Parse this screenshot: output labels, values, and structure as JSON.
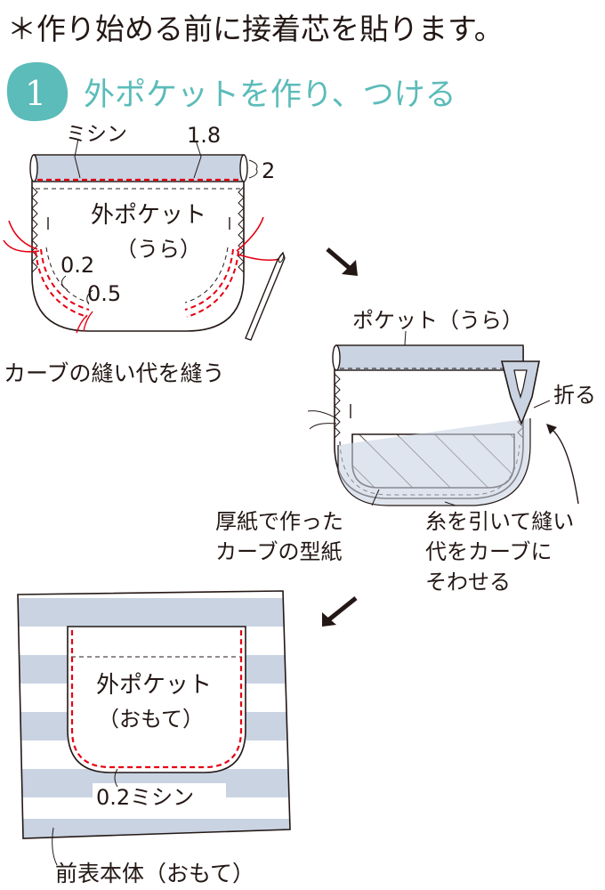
{
  "note": "＊作り始める前に接着芯を貼ります。",
  "step": {
    "number": "1",
    "title": "外ポケットを作り、つける"
  },
  "colors": {
    "accent": "#5bbcb9",
    "stitch": "#e60012",
    "stripe": "#c9d3e2",
    "line": "#231815"
  },
  "fig1": {
    "label_machine": "ミシン",
    "dim_top": "1.8",
    "dim_right": "2",
    "pocket_line1": "外ポケット",
    "pocket_line2": "（うら）",
    "dim_02": "0.2",
    "dim_05": "0.5",
    "caption": "カーブの縫い代を縫う"
  },
  "fig2": {
    "pocket_label": "ポケット（うら）",
    "fold": "折る",
    "template_line1": "厚紙で作った",
    "template_line2": "カーブの型紙",
    "thread_line1": "糸を引いて縫い",
    "thread_line2": "代をカーブに",
    "thread_line3": "そわせる"
  },
  "fig3": {
    "pocket_line1": "外ポケット",
    "pocket_line2": "（おもて）",
    "stitch_label": "0.2ミシン",
    "body_label": "前表本体（おもて）"
  }
}
